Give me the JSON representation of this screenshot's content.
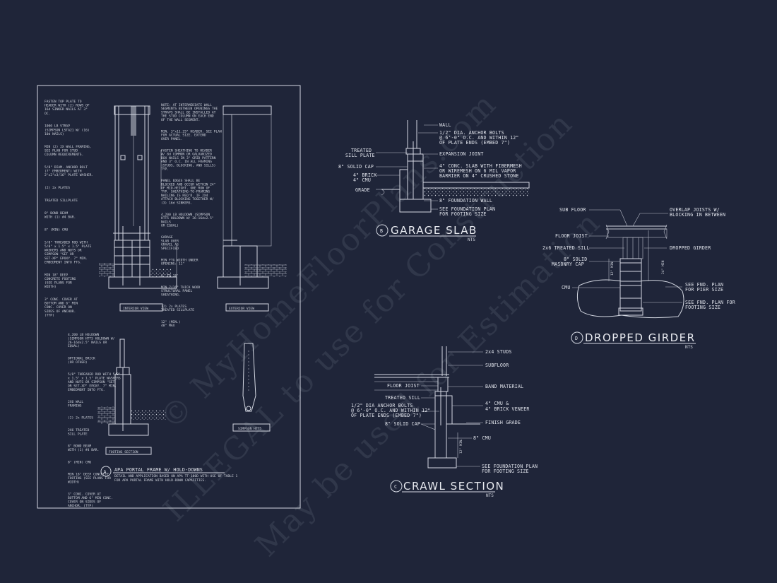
{
  "watermark": {
    "line1": "© MyHomeFloorPlans.com",
    "line2": "ILLEGAL to use for Construction",
    "line3": "May be used for Estimation"
  },
  "detail_a": {
    "letter": "A",
    "title": "APA PORTAL FRAME W/ HOLD-DOWNS",
    "subtitle1": "DETAIL AND APPLICATION BASED ON APA TT-100D WITH USE OF TABLE 1",
    "subtitle2": "FOR APA PORTAL FRAME WITH HOLD-DOWN CAPACITIES.",
    "interior_view": "INTERIOR VIEW",
    "exterior_view": "EXTERIOR VIEW",
    "footing_section": "FOOTING SECTION",
    "simpson": "SIMPSON HTT5",
    "see_plan": "SEE PLAN",
    "notes_left": [
      "FASTEN TOP PLATE TO",
      "HEADER WITH (2) ROWS OF",
      "16d SINKER NAILS AT 3\"",
      "OC.",
      "1000 LB STRAP",
      "(SIMPSON LSTA21 W/ (16)",
      "10d NAILS)",
      "MIN (2) 2X WALL FRAMING,",
      "SEE PLAN FOR STUD",
      "COLUMN REQUIREMENTS.",
      "5/8\" DIAM. ANCHOR BOLT",
      "(7\" EMBEDMENT) WITH",
      "2\"x2\"x3/16\" PLATE WASHER.",
      "(2) 2x PLATES",
      "TREATED SILLPLATE",
      "8\" BOND BEAM",
      "WITH (1) #4 BAR.",
      "8\" (MIN) CMU",
      "5/8\" THREADED ROD WITH",
      "5/8\" x 1.5\" x 1.5\" PLATE",
      "WASHERS AND NUTS OR",
      "SIMPSON \"SET OR",
      "SET-XP\" EPOXY. 7\" MIN.",
      "EMBEDMENT INTO FTG.",
      "MIN 18\" DEEP",
      "CONCRETE FOOTING",
      "(SEE PLANS FOR",
      "WIDTH)",
      "3\" CONC. COVER AT",
      "BOTTOM AND 6\" MIN",
      "CONC. COVER ON",
      "SIDES OF ANCHOR.",
      "(TYP)"
    ],
    "notes_mid": [
      "NOTE: AT INTERMEDIATE WALL",
      "SEGMENTS BETWEEN OPENINGS THE",
      "STRAPS SHALL BE INSTALLED AT",
      "THE STUD COLUMN ON EACH END",
      "OF THE WALL SEGMENT.",
      "MIN. 3\"x11.25\" HEADER. SEE PLAN",
      "FOR ACTUAL SIZE. EXTEND",
      "OVER PANEL.",
      "FASTEN SHEATHING TO HEADER",
      "W/ 8d COMMON OR GALVANIZED",
      "BOX NAILS IN 3\" GRID PATTERN",
      "AND 3\" O.C. IN ALL FRAMING",
      "(STUDS, BLOCKING, AND SILLS)",
      "TYP.",
      "PANEL EDGES SHALL BE",
      "BLOCKED AND OCCUR WITHIN 24\"",
      "OF MID-HEIGHT. ONE ROW OF",
      "TYP. SHEATHING-TO-FRAMING",
      "NAILING IS REQ'D. IF 2X4",
      "ATTACH BLOCKING TOGETHER W/",
      "(3) 16d SINKERS.",
      "4,200 LB HOLDOWN (SIMPSON",
      "HTT5 HOLDOWN W/ 26-16dx2.5\"",
      "NAILS",
      "OR EQUAL)",
      "GARAGE",
      "SLAB OVER",
      "GRAVEL AS",
      "SPECIFIED",
      "MIN FTG WIDTH UNDER",
      "OPENING: 11\"",
      "6' TO 18'",
      "MIN 7/16\" THICK WOOD",
      "STRUCTURAL PANEL",
      "SHEATHING.",
      "(2) 2x PLATES",
      "TREATED SILLPLATE",
      "12\" (MIN.)",
      "48\" MAX"
    ],
    "notes_footing": [
      "4,200 LB HOLDOWN",
      "(SIMPSON HTT5 HOLDOWN W/",
      "26-16dx2.5\" NAILS OR",
      "EQUAL)",
      "OPTIONAL BRICK",
      "(OR OTHER)",
      "5/8\" THREADED ROD WITH 5/8\"",
      "x 1.5\" x 1.5\" PLATE WASHERS",
      "AND NUTS OR SIMPSON \"SET",
      "OR SET-XP\" EPOXY. 7\" MIN.",
      "EMBEDMENT INTO FTG.",
      "2X6 WALL",
      "FRAMING",
      "(2) 2x PLATES",
      "2X6 TREATED",
      "SILL PLATE",
      "8\" BOND BEAM",
      "WITH (1) #4 BAR.",
      "8\" (MIN) CMU",
      "MIN 18\" DEEP CONCRETE",
      "FOOTING (SEE PLANS FOR",
      "WIDTH)",
      "3\" CONC. COVER AT",
      "BOTTOM AND 6\" MIN CONC.",
      "COVER ON SIDES OF",
      "ANCHOR. (TYP)"
    ]
  },
  "detail_b": {
    "letter": "B",
    "title": "GARAGE SLAB",
    "nts": "NTS",
    "labels": {
      "wall": "WALL",
      "bolts1": "1/2\" DIA. ANCHOR BOLTS",
      "bolts2": "@ 6'-0\" O.C. AND WITHIN 12\"",
      "bolts3": "OF PLATE ENDS (EMBED 7\")",
      "sill1": "TREATED",
      "sill2": "SILL PLATE",
      "exp": "EXPANSION JOINT",
      "cap": "8\" SOLID CAP",
      "slab1": "4\" CONC. SLAB WITH FIBERMESH",
      "slab2": "OR WIREMESH ON 6 MIL VAPOR",
      "slab3": "BARRIER ON 4\" CRUSHED STONE",
      "brick1": "4\" BRICK",
      "brick2": "4\" CMU",
      "grade": "GRADE",
      "fwall": "8\" FOUNDATION WALL",
      "plan1": "SEE FOUNDATION PLAN",
      "plan2": "FOR FOOTING SIZE"
    }
  },
  "detail_c": {
    "letter": "C",
    "title": "CRAWL SECTION",
    "nts": "NTS",
    "labels": {
      "studs": "2x4 STUDS",
      "subfloor": "SUBFLOOR",
      "joist": "FLOOR JOIST",
      "band": "BAND MATERIAL",
      "sill": "TREATED SILL",
      "cmu1": "4\" CMU &",
      "cmu2": "4\" BRICK VENEER",
      "bolts1": "1/2\" DIA ANCHOR BOLTS",
      "bolts2": "@ 6'-0\" O.C. AND WITHIN 12\"",
      "bolts3": "OF PLATE ENDS (EMBED 7\")",
      "cap": "8\" SOLID CAP",
      "grade": "FINISH GRADE",
      "cmu8": "8\" CMU",
      "plan1": "SEE FOUNDATION PLAN",
      "plan2": "FOR FOOTING SIZE",
      "dim": "12\" MIN."
    }
  },
  "detail_d": {
    "letter": "D",
    "title": "DROPPED GIRDER",
    "nts": "NTS",
    "labels": {
      "subfloor": "SUB FLOOR",
      "overlap1": "OVERLAP JOISTS W/",
      "overlap2": "BLOCKING IN BETWEEN",
      "joist": "FLOOR JOIST",
      "sill": "2x6 TREATED SILL",
      "girder": "DROPPED GIRDER",
      "cap1": "8\" SOLID",
      "cap2": "MASONRY CAP",
      "cmu": "CMU",
      "pier1": "SEE FND. PLAN",
      "pier2": "FOR PIER SIZE",
      "ftg1": "SEE FND. PLAN FOR",
      "ftg2": "FOOTING SIZE",
      "dim1": "12\" MIN",
      "dim2": "24\" MIN"
    }
  }
}
